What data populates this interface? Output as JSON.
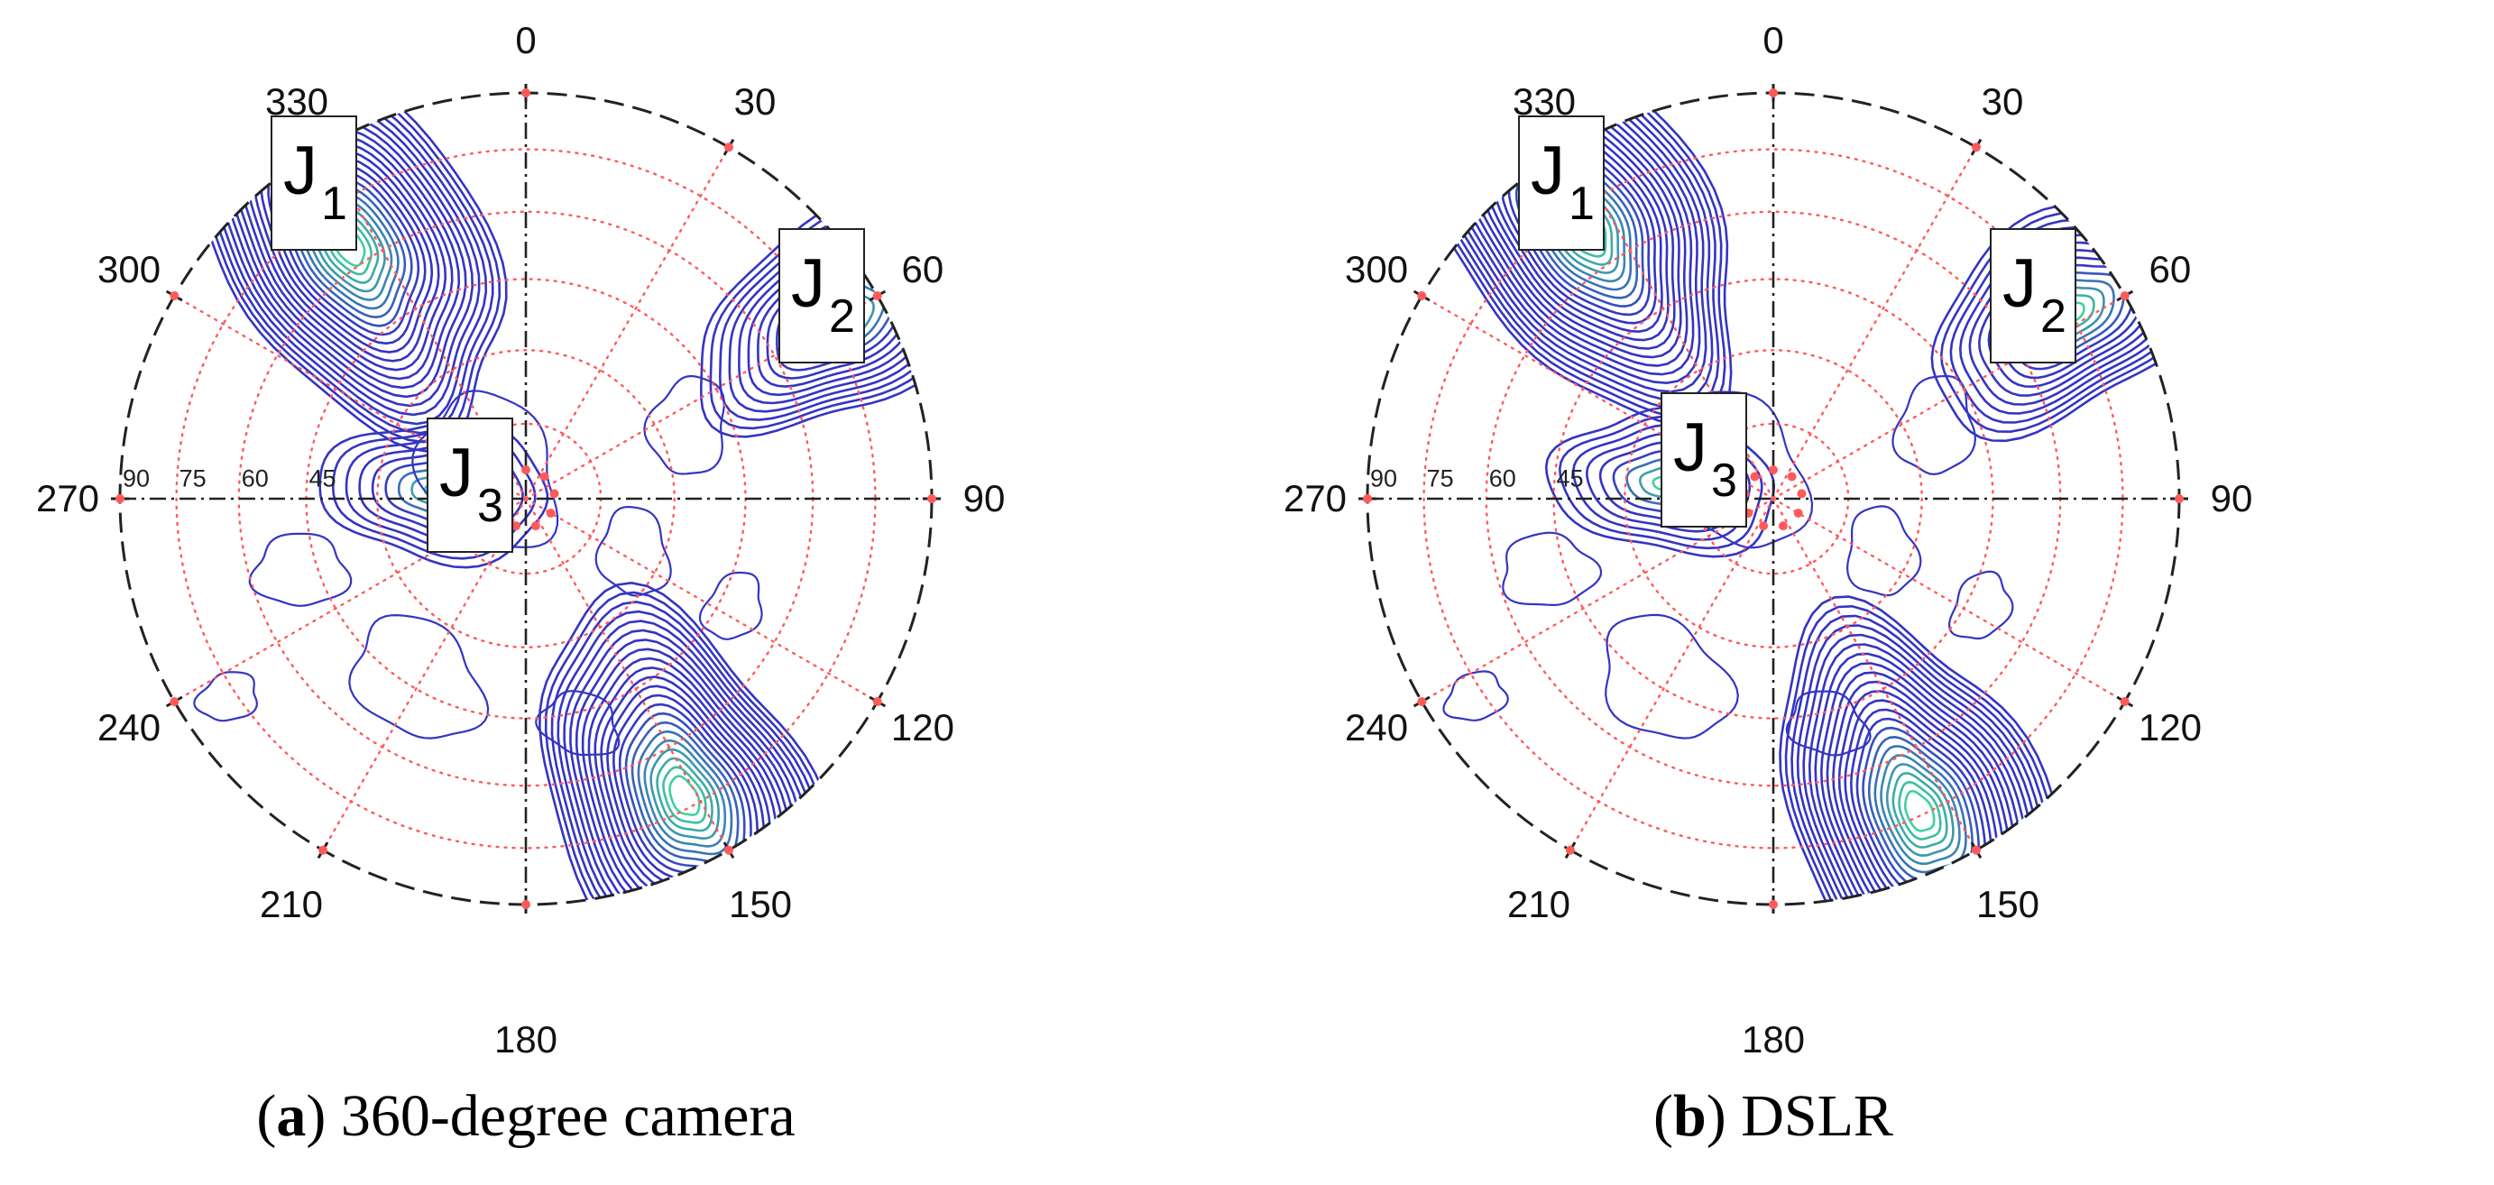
{
  "chart_data": [
    {
      "type": "stereonet_contour",
      "panel_label": "a",
      "caption_text": "360-degree camera",
      "azimuth_labels": [
        "0",
        "30",
        "60",
        "90",
        "120",
        "150",
        "180",
        "210",
        "240",
        "270",
        "300",
        "330"
      ],
      "dip_labels": [
        "90",
        "75",
        "60",
        "45"
      ],
      "rings_dip_deg": [
        15,
        30,
        45,
        60,
        75
      ],
      "clusters": [
        {
          "label": "J",
          "sub": "1",
          "dip_direction": 325,
          "dip": 65,
          "density": "high"
        },
        {
          "label": "J",
          "sub": "2",
          "dip_direction": 60,
          "dip": 78,
          "density": "medium"
        },
        {
          "label": "J",
          "sub": "3",
          "dip_direction": 275,
          "dip": 18,
          "density": "low"
        },
        {
          "label": "",
          "sub": "",
          "dip_direction": 152,
          "dip": 72,
          "density": "high"
        }
      ],
      "colors": {
        "contour": "#3434c4",
        "peak": "#3fd0a0",
        "grid": "#ff5a5a",
        "axis": "#222222"
      }
    },
    {
      "type": "stereonet_contour",
      "panel_label": "b",
      "caption_text": "DSLR",
      "azimuth_labels": [
        "0",
        "30",
        "60",
        "90",
        "120",
        "150",
        "180",
        "210",
        "240",
        "270",
        "300",
        "330"
      ],
      "dip_labels": [
        "90",
        "75",
        "60",
        "45"
      ],
      "rings_dip_deg": [
        15,
        30,
        45,
        60,
        75
      ],
      "clusters": [
        {
          "label": "J",
          "sub": "1",
          "dip_direction": 325,
          "dip": 70,
          "density": "high"
        },
        {
          "label": "J",
          "sub": "2",
          "dip_direction": 58,
          "dip": 75,
          "density": "medium"
        },
        {
          "label": "J",
          "sub": "3",
          "dip_direction": 278,
          "dip": 22,
          "density": "low"
        },
        {
          "label": "",
          "sub": "",
          "dip_direction": 155,
          "dip": 74,
          "density": "high"
        }
      ],
      "colors": {
        "contour": "#3434c4",
        "peak": "#3fd0a0",
        "grid": "#ff5a5a",
        "axis": "#222222"
      }
    }
  ]
}
